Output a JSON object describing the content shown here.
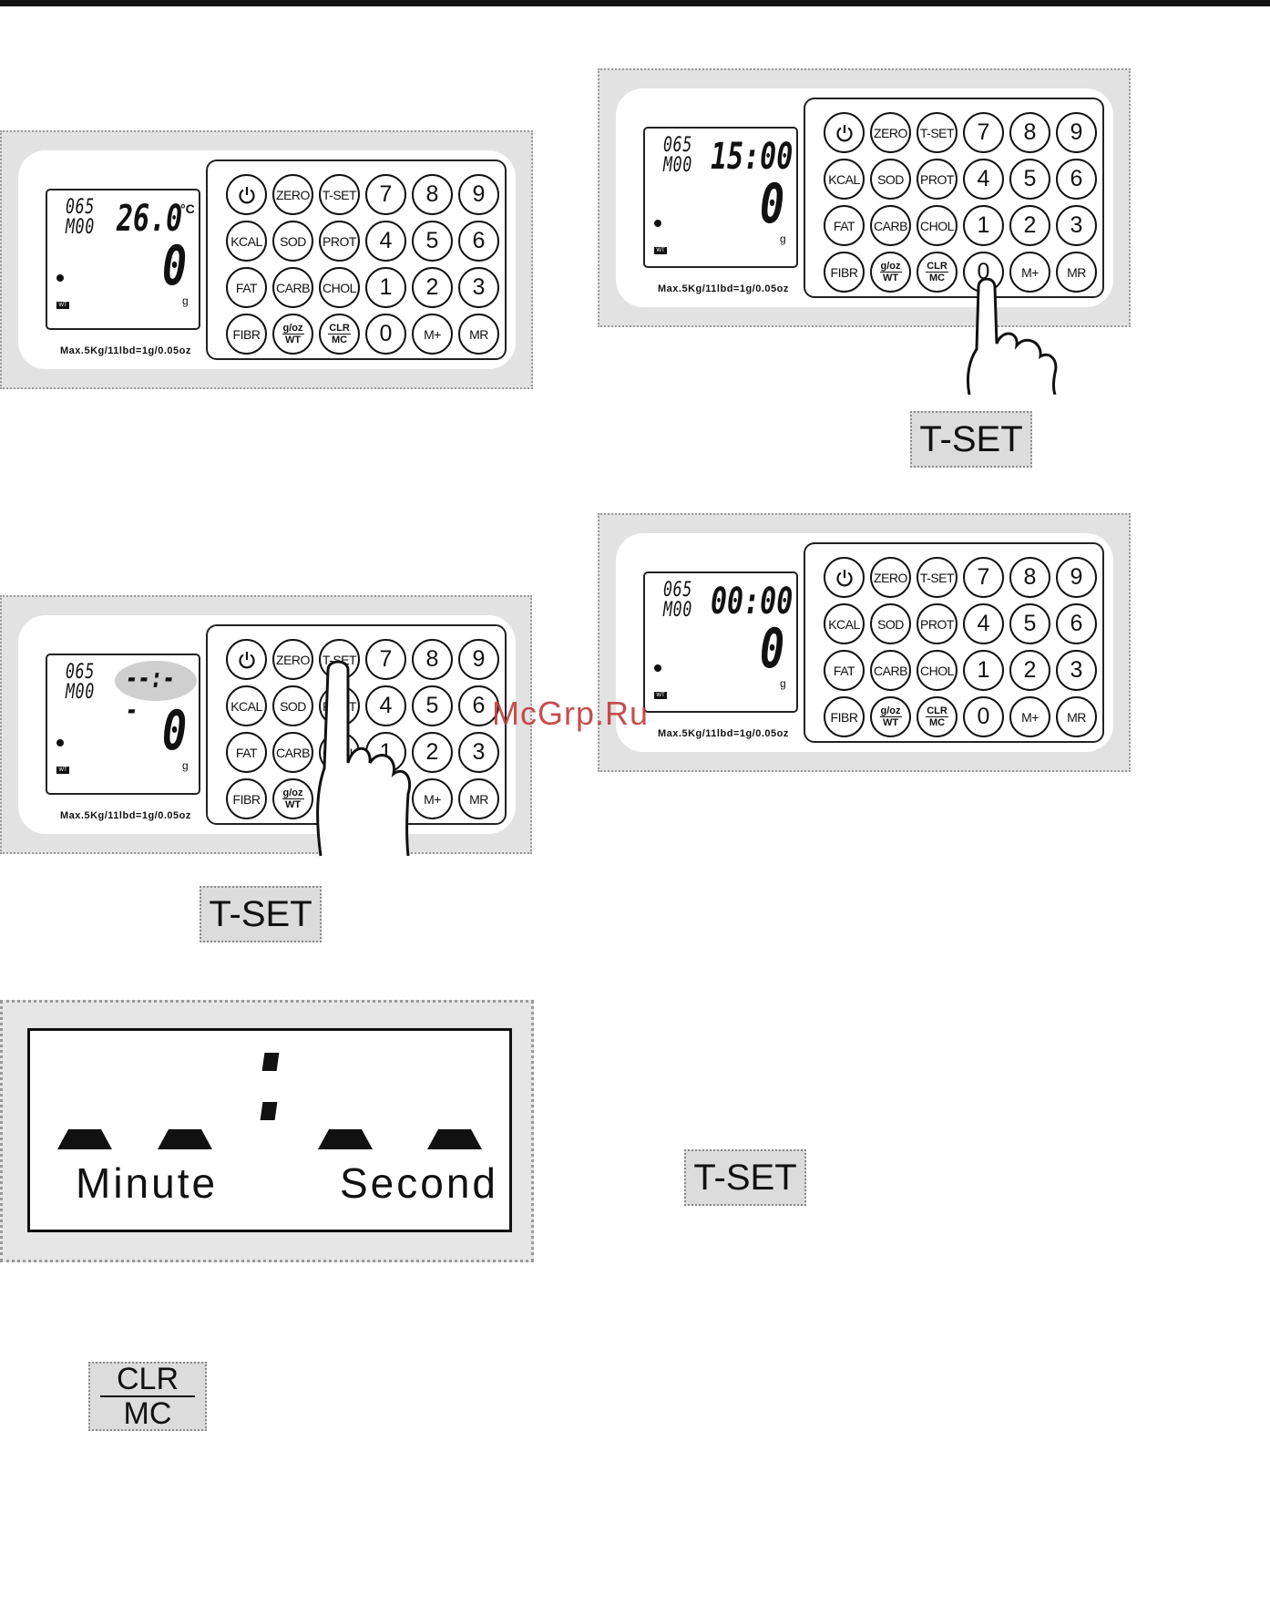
{
  "watermark": "McGrp.Ru",
  "keypad_keys": [
    [
      "power",
      "ZERO",
      "T-SET",
      "7",
      "8",
      "9"
    ],
    [
      "KCAL",
      "SOD",
      "PROT",
      "4",
      "5",
      "6"
    ],
    [
      "FAT",
      "CARB",
      "CHOL",
      "1",
      "2",
      "3"
    ],
    [
      "FIBR",
      "g/oz|WT",
      "CLR|MC",
      "0",
      "M+",
      "MR"
    ]
  ],
  "scale_label": "Max.5Kg/11lbd=1g/0.05oz",
  "panels": {
    "p1": {
      "code": "065",
      "mem": "M00",
      "top_value": "26.0",
      "top_unit": "°C",
      "weight": "0",
      "weight_unit": "g",
      "wt": "WT"
    },
    "p2": {
      "code": "065",
      "mem": "M00",
      "top_value": "--:--",
      "weight": "0",
      "weight_unit": "g",
      "wt": "WT"
    },
    "p3": {
      "code": "065",
      "mem": "M00",
      "top_value": "15:00",
      "weight": "0",
      "weight_unit": "g",
      "wt": "WT"
    },
    "p4": {
      "code": "065",
      "mem": "M00",
      "top_value": "00:00",
      "weight": "0",
      "weight_unit": "g",
      "wt": "WT"
    }
  },
  "buttons": {
    "tset_1": "T-SET",
    "tset_2": "T-SET",
    "tset_3": "T-SET",
    "clr_top": "CLR",
    "clr_bottom": "MC"
  },
  "big_display": {
    "minute_label": "Minute",
    "second_label": "Second"
  }
}
